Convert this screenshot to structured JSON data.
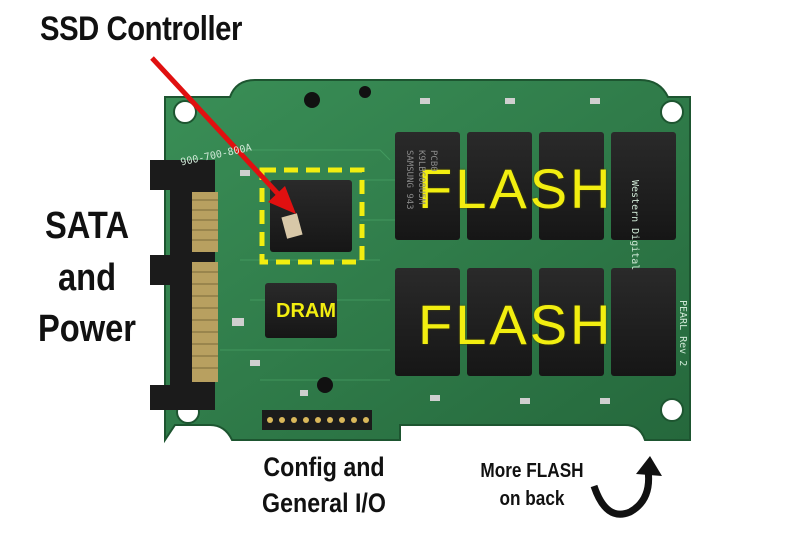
{
  "labels": {
    "controller": "SSD Controller",
    "sata": [
      "SATA",
      "and",
      "Power"
    ],
    "config": [
      "Config and",
      "General I/O"
    ],
    "more_flash": [
      "More FLASH",
      "on back"
    ],
    "flash_top": "FLASH",
    "flash_bottom": "FLASH",
    "dram": "DRAM"
  },
  "board_markings": {
    "part_number": "900-700-800A",
    "brand": "Western Digital",
    "model": "PEARL Rev 2",
    "chip_text": [
      "SAMSUNG 943",
      "K9LBG08U5M",
      "PCB0"
    ]
  },
  "colors": {
    "pcb": "#2e7d4a",
    "flash_text": "#f2ee10",
    "highlight_box": "#f2ee10",
    "arrow": "#e01010"
  },
  "icons": {
    "controller_arrow": "red-arrow-icon",
    "flip_arrow": "curved-arrow-icon"
  }
}
